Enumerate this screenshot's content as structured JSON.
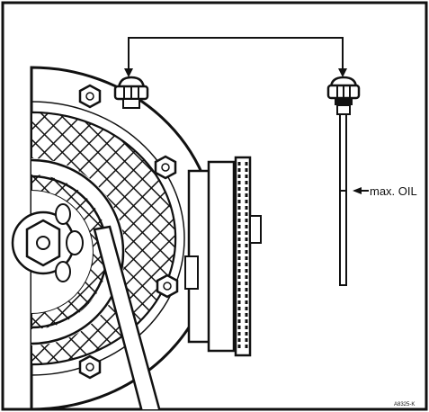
{
  "diagram": {
    "labels": {
      "max_oil": "max. OIL",
      "ref_code": "A8325-K"
    },
    "colors": {
      "ink": "#111111",
      "paper": "#ffffff"
    },
    "components": [
      "fan-shroud",
      "fan-grille",
      "drive-belt",
      "oil-filler-cap",
      "oil-dipstick",
      "pulley-assembly"
    ]
  }
}
